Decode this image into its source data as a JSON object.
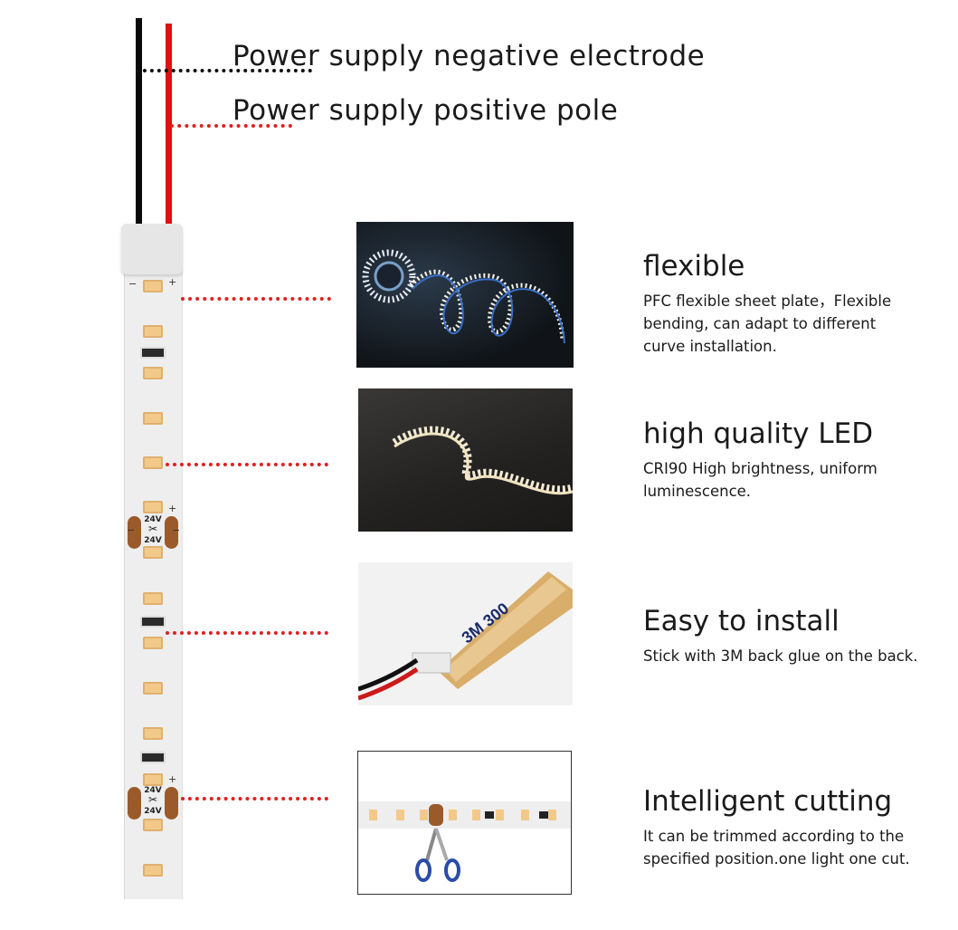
{
  "wires": {
    "negative_label": "Power supply negative electrode",
    "positive_label": "Power supply positive pole"
  },
  "features": [
    {
      "title": "flexible",
      "desc": "PFC flexible sheet plate，Flexible bending, can adapt to different curve installation."
    },
    {
      "title": "high quality LED",
      "desc": "CRI90 High brightness, uniform luminescence."
    },
    {
      "title": "Easy to install",
      "desc": "Stick with 3M back glue on the back."
    },
    {
      "title": "Intelligent cutting",
      "desc": "It can be trimmed according to the specified position.one light one cut."
    }
  ],
  "strip_markings": {
    "voltage": "24V",
    "plus": "+",
    "minus": "−",
    "scissors": "✂"
  },
  "tape_text": "3M 300",
  "colors": {
    "negative_wire": "#0a0a0a",
    "positive_wire": "#e01010",
    "leader_red": "#e02020",
    "led_warm": "#f3c98a",
    "pad_copper": "#9a5a2a"
  }
}
